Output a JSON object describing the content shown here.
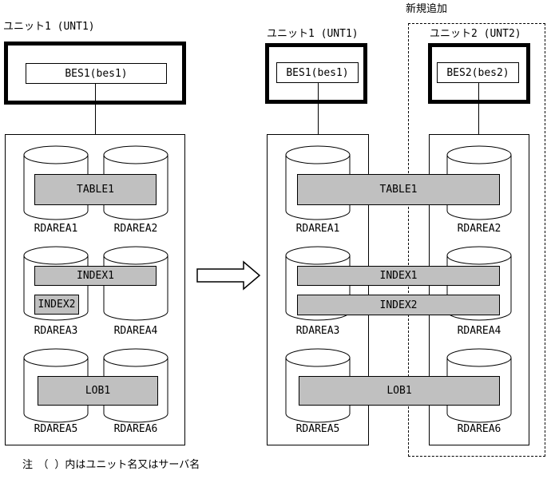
{
  "colors": {
    "bar_fill": "#c0c0c0",
    "line": "#000000",
    "background": "#ffffff"
  },
  "annotations": {
    "new_addition": "新規追加",
    "note": "注　（ ）内はユニット名又はサーバ名"
  },
  "before": {
    "unit": {
      "label": "ユニット1 (UNT1)",
      "server": "BES1(bes1)"
    },
    "rdareas": [
      "RDAREA1",
      "RDAREA2",
      "RDAREA3",
      "RDAREA4",
      "RDAREA5",
      "RDAREA6"
    ],
    "objects": {
      "table1": "TABLE1",
      "index1": "INDEX1",
      "index2": "INDEX2",
      "lob1": "LOB1"
    }
  },
  "after": {
    "unit1": {
      "label": "ユニット1 (UNT1)",
      "server": "BES1(bes1)",
      "rdareas": [
        "RDAREA1",
        "RDAREA3",
        "RDAREA5"
      ]
    },
    "unit2": {
      "label": "ユニット2 (UNT2)",
      "server": "BES2(bes2)",
      "rdareas": [
        "RDAREA2",
        "RDAREA4",
        "RDAREA6"
      ]
    },
    "objects": {
      "table1": "TABLE1",
      "index1": "INDEX1",
      "index2": "INDEX2",
      "lob1": "LOB1"
    }
  }
}
